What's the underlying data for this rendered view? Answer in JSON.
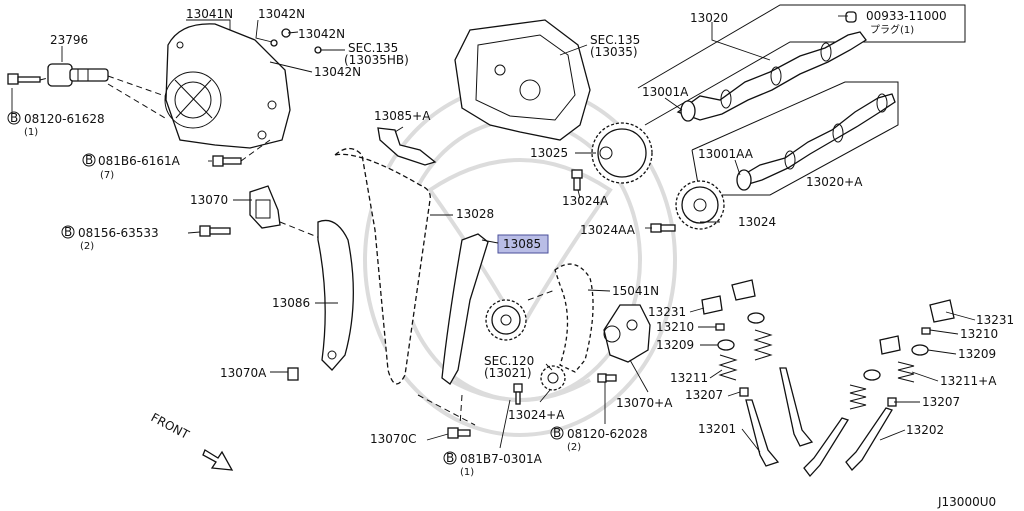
{
  "highlight_color": "#b9bde6",
  "diagram_code": "J13000U0",
  "front_label": "FRONT",
  "labels": {
    "p13041N": "13041N",
    "p13042N_a": "13042N",
    "p13042N_b": "13042N",
    "p13042N_c": "13042N",
    "p23796": "23796",
    "sec135_a": "SEC.135",
    "sec135_a_sub": "(13035HB)",
    "sec135_b": "SEC.135",
    "sec135_b_sub": "(13035)",
    "b08120_61628": "08120-61628",
    "b08120_61628_qty": "(1)",
    "p13085A": "13085+A",
    "b081B6_6161A": "081B6-6161A",
    "b081B6_6161A_qty": "(7)",
    "p13070": "13070",
    "b08156_63533": "08156-63533",
    "b08156_63533_qty": "(2)",
    "p13028": "13028",
    "p13086": "13086",
    "p13085": "13085",
    "p13070A": "13070A",
    "p13020": "13020",
    "p00933_11000": "00933-11000",
    "p00933_11000_sub": "プラグ(1)",
    "p13001A": "13001A",
    "p13025": "13025",
    "p13024A": "13024A",
    "p13001AA": "13001AA",
    "p13020A": "13020+A",
    "p13024": "13024",
    "p13024AA": "13024AA",
    "p15041N": "15041N",
    "p13231_a": "13231",
    "p13210_a": "13210",
    "p13209_a": "13209",
    "sec120": "SEC.120",
    "sec120_sub": "(13021)",
    "p13211": "13211",
    "p13207_a": "13207",
    "p13024plusA": "13024+A",
    "p13070plusA": "13070+A",
    "p13201": "13201",
    "p13070C": "13070C",
    "b08120_62028": "08120-62028",
    "b08120_62028_qty": "(2)",
    "b081B7_0301A": "081B7-0301A",
    "b081B7_0301A_qty": "(1)",
    "p13231_b": "13231",
    "p13210_b": "13210",
    "p13209_b": "13209",
    "p13211A": "13211+A",
    "p13207_b": "13207",
    "p13202": "13202",
    "b_symbol": "B"
  }
}
